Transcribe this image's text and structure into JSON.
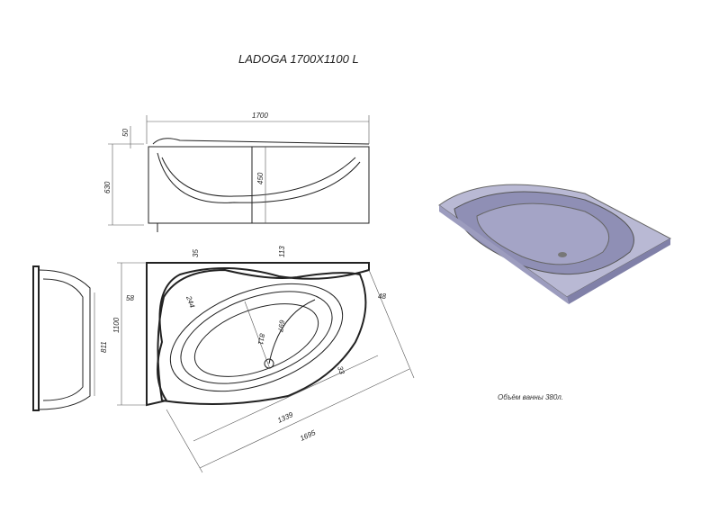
{
  "title": "LADOGA 1700X1100 L",
  "volume_label": "Объём ванны  380л.",
  "dimensions": {
    "length": "1700",
    "rim_height": "50",
    "total_height": "630",
    "inner_depth": "450",
    "d35": "35",
    "d113": "113",
    "d58": "58",
    "d48": "48",
    "d244": "244",
    "width": "1100",
    "side_811": "811",
    "inner_811": "811",
    "d697": "697",
    "d33": "33",
    "d1339": "1339",
    "d1695": "1695"
  }
}
